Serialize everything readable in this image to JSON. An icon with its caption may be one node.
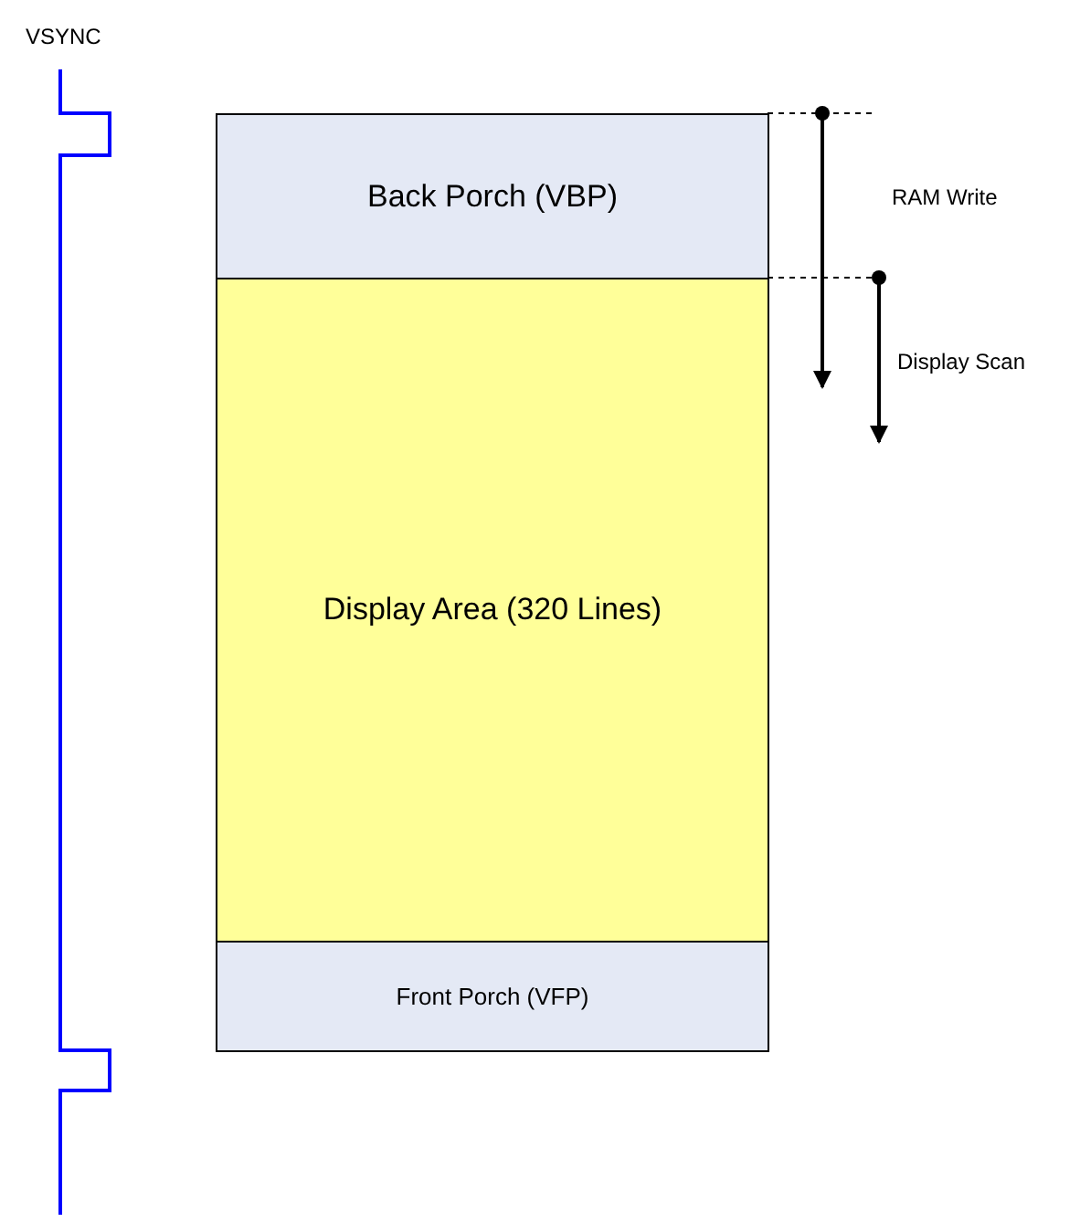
{
  "diagram": {
    "nodes": [
      {
        "text": [
          "Back Porch (VBP)"
        ]
      },
      {
        "text": [
          "Display Area (320 Lines)"
        ]
      },
      {
        "text": [
          "Front Porch (VFP)"
        ]
      }
    ],
    "edges": [],
    "labels": [
      "VSYNC",
      "RAM Write",
      "Display Scan"
    ]
  }
}
